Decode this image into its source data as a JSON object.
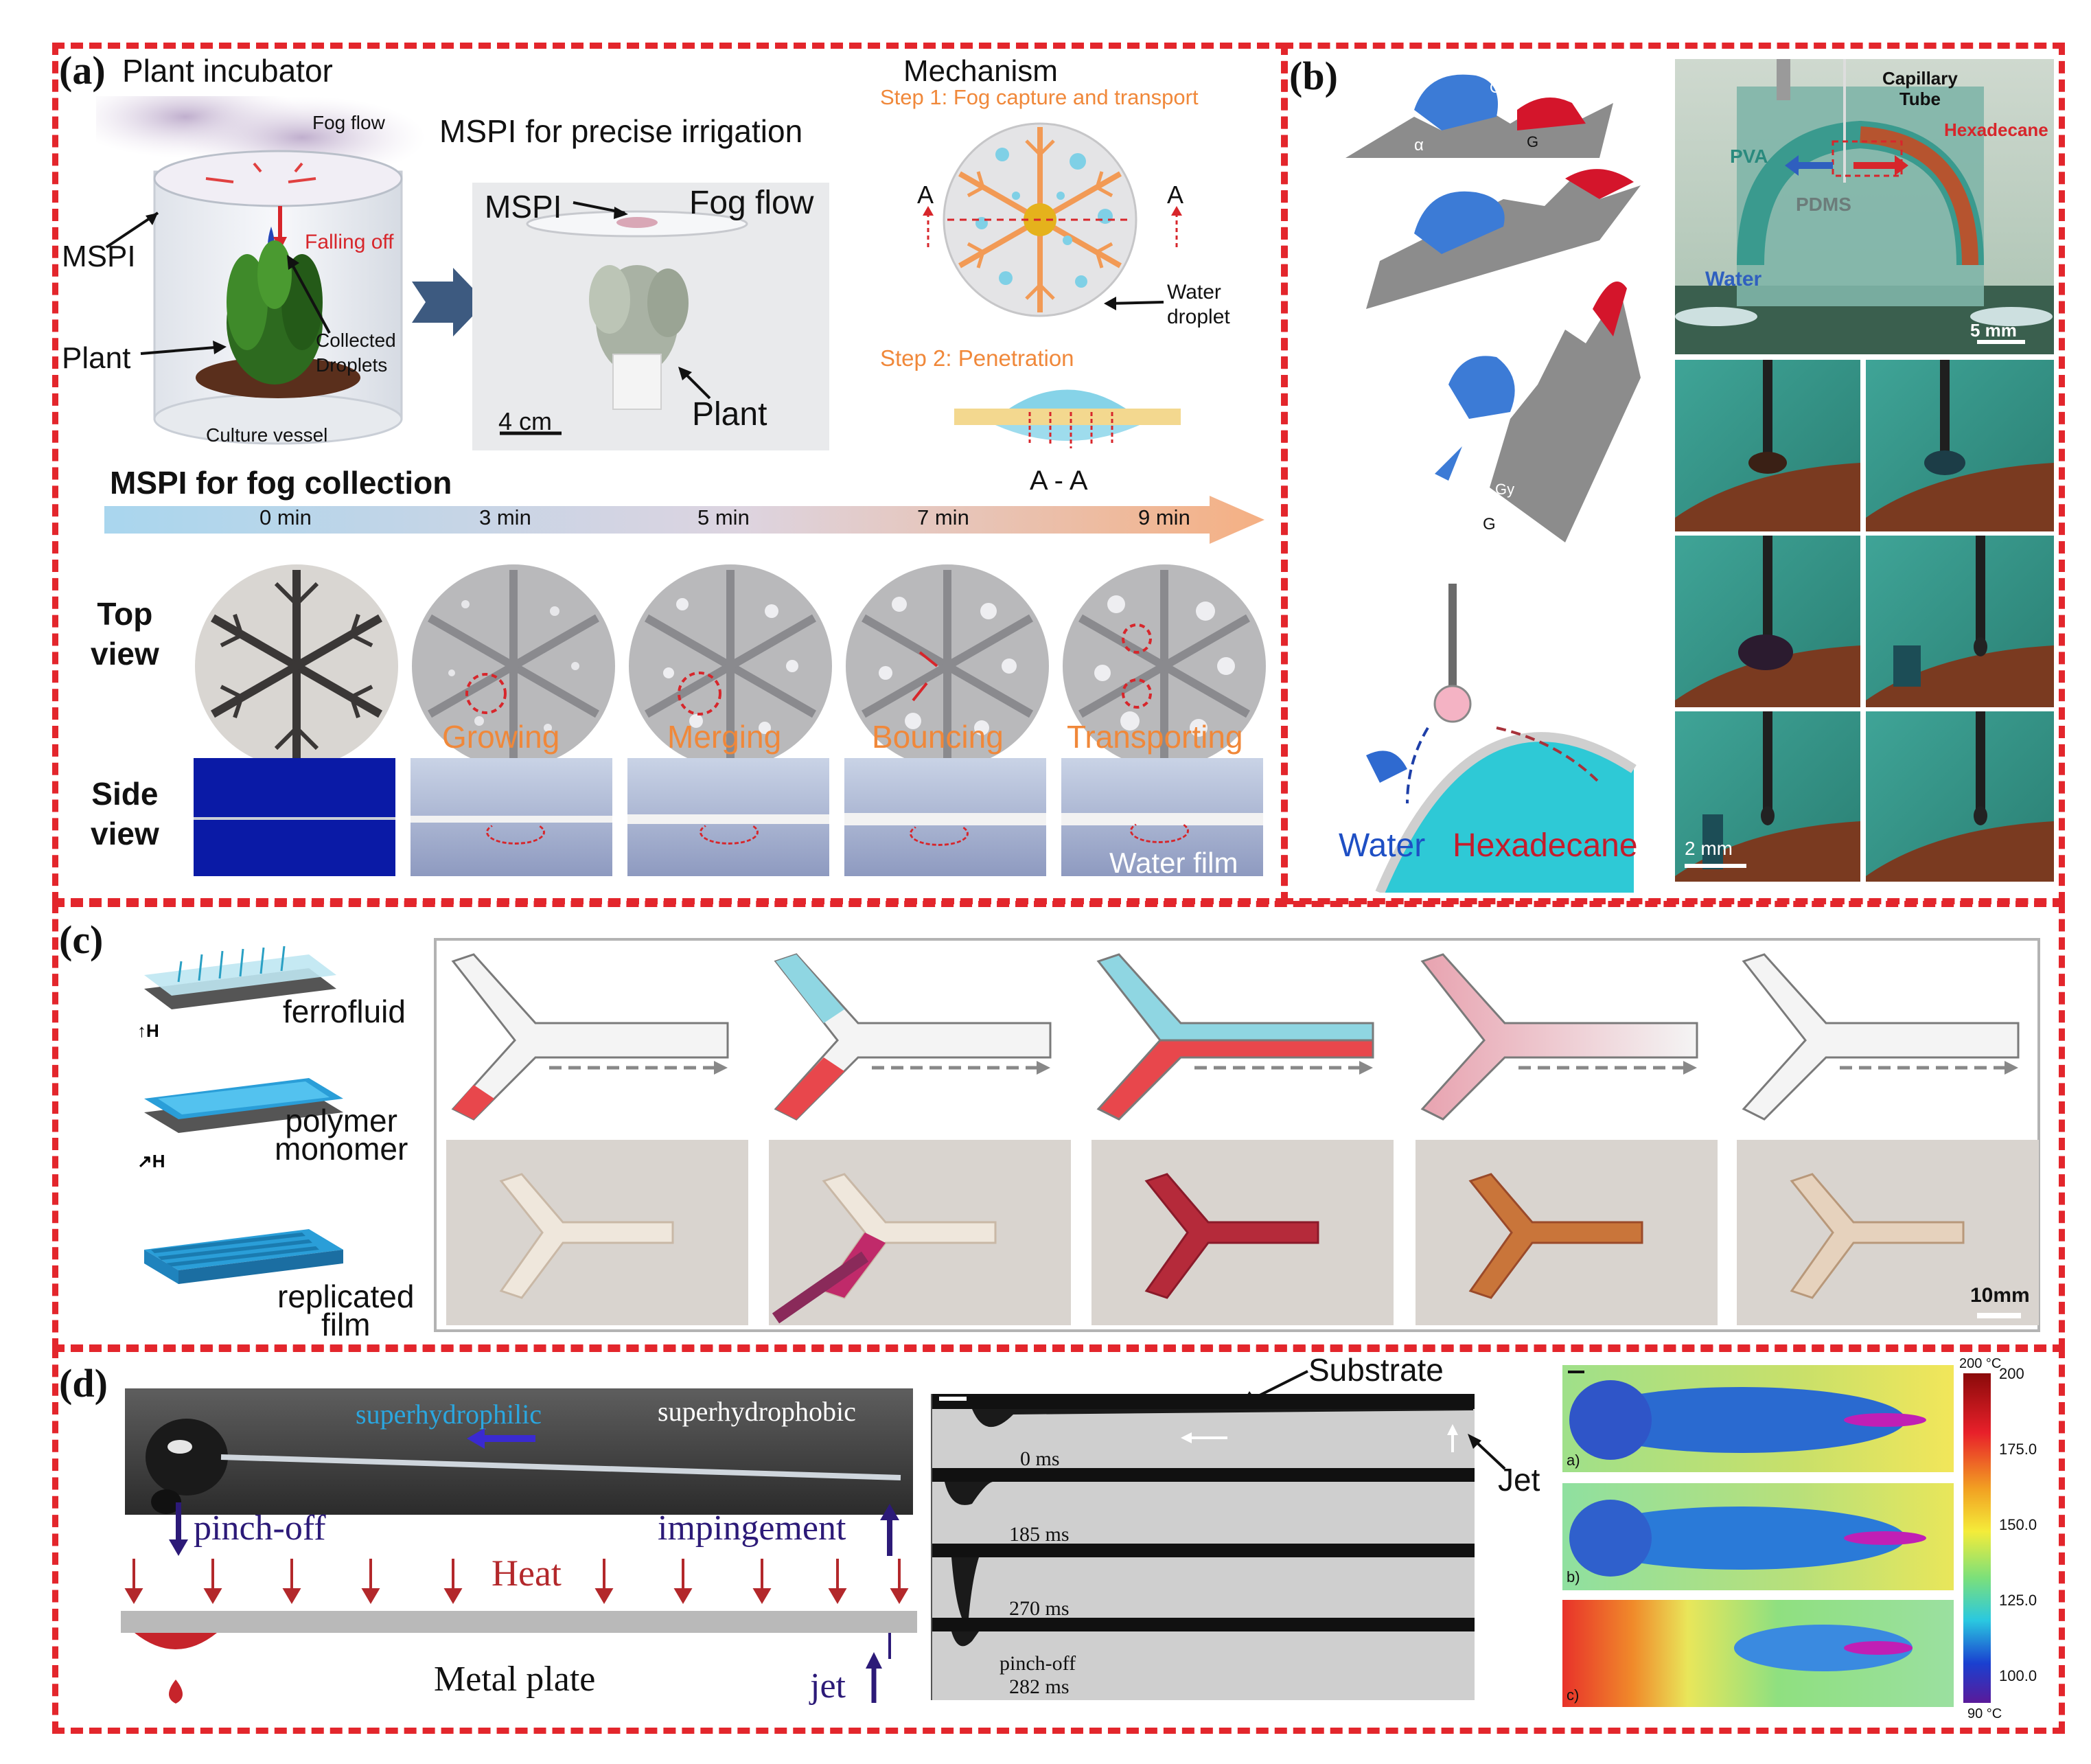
{
  "colors": {
    "border": "#e3262c",
    "water": "#2f7fd8",
    "hexadecane": "#d42a2a",
    "teal": "#2ec9d6",
    "orange": "#f0883a"
  },
  "panel_a": {
    "label": "(a)",
    "incubator_title": "Plant incubator",
    "fog_flow_small": "Fog flow",
    "mspi": "MSPI",
    "falling_off": "Falling off",
    "plant": "Plant",
    "collected_droplets": "Collected\nDroplets",
    "culture_vessel": "Culture vessel",
    "irrigation_title": "MSPI for precise irrigation",
    "photo_mspi": "MSPI",
    "photo_fog_flow": "Fog flow",
    "scale": "4 cm",
    "photo_plant": "Plant",
    "mechanism": "Mechanism",
    "step1": "Step 1: Fog capture and transport",
    "axis_a_left": "A",
    "axis_a_right": "A",
    "water_droplet": "Water\ndroplet",
    "step2": "Step 2: Penetration",
    "section": "A - A",
    "fog_collection_title": "MSPI for fog collection",
    "times": [
      "0 min",
      "3 min",
      "5 min",
      "7 min",
      "9 min"
    ],
    "top_view": "Top\nview",
    "side_view": "Side\nview",
    "stages": [
      "Growing",
      "Merging",
      "Bouncing",
      "Transporting"
    ],
    "water_film": "Water film"
  },
  "panel_b": {
    "label": "(b)",
    "capillary_tube": "Capillary\nTube",
    "hexadecane_photo": "Hexadecane",
    "pva": "PVA",
    "pdms": "PDMS",
    "water_photo": "Water",
    "scale_top": "5 mm",
    "scale_bottom": "2 mm",
    "water": "Water",
    "hexadecane": "Hexadecane",
    "g": "G",
    "gx": "Gx",
    "gy": "Gy",
    "alpha": "α"
  },
  "panel_c": {
    "label": "(c)",
    "ferrofluid": "ferrofluid",
    "polymer_monomer": "polymer\nmonomer",
    "replicated_film": "replicated\nfilm",
    "h_symbol": "H",
    "scale": "10mm"
  },
  "panel_d": {
    "label": "(d)",
    "superhydrophilic": "superhydrophilic",
    "superhydrophobic": "superhydrophobic",
    "pinch_off": "pinch-off",
    "impingement": "impingement",
    "heat": "Heat",
    "metal_plate": "Metal plate",
    "jet": "jet",
    "substrate": "Substrate",
    "jet_label": "Jet",
    "frames": [
      "0 ms",
      "185 ms",
      "270 ms",
      "282 ms"
    ],
    "pinch_off_small": "pinch-off",
    "thermal_labels": [
      "a)",
      "b)",
      "c)"
    ],
    "colorbar_top": "200 °C",
    "colorbar_bottom": "90 °C",
    "colorbar_ticks": [
      "200",
      "175.0",
      "150.0",
      "125.0",
      "100.0"
    ]
  }
}
